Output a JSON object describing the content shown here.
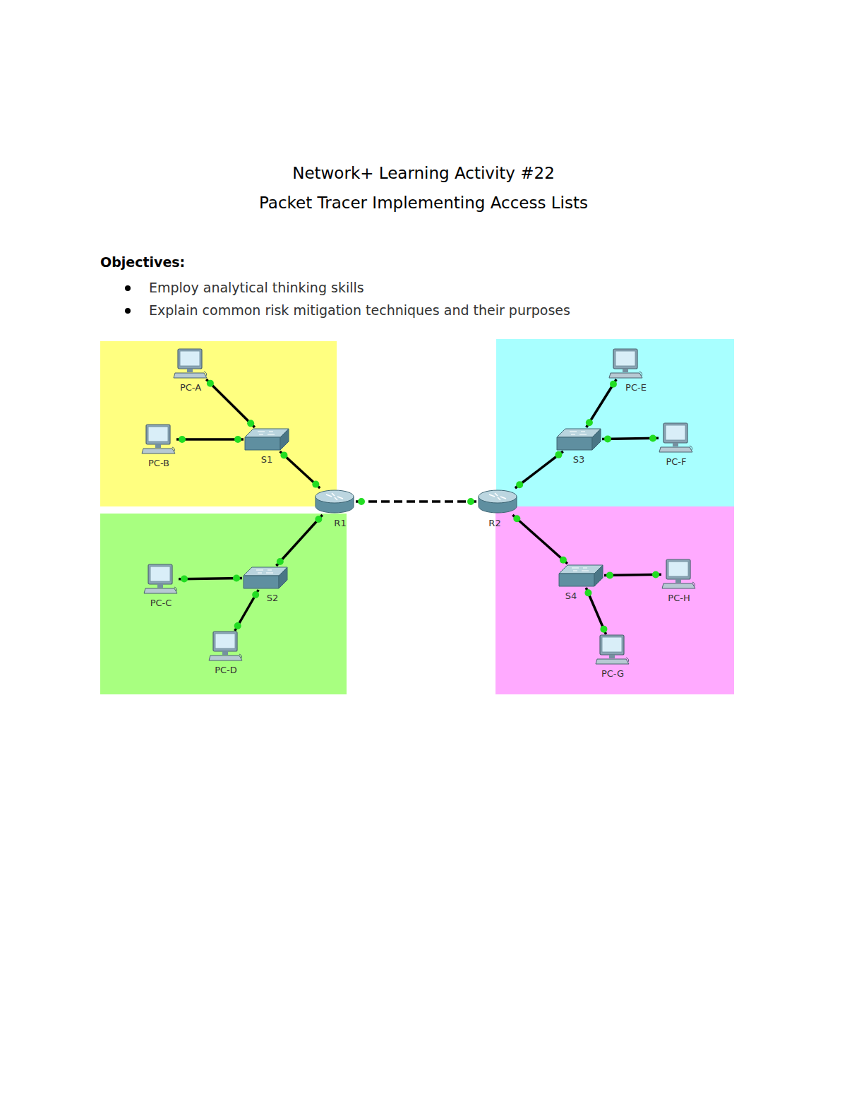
{
  "diagram": {
    "title": "Network+ Learning Activity #22",
    "nodes": [
      {
        "text": [
          "PC-A"
        ]
      },
      {
        "text": [
          "PC-B"
        ]
      },
      {
        "text": [
          "S1"
        ]
      },
      {
        "text": [
          "R1"
        ]
      },
      {
        "text": [
          "PC-C"
        ]
      },
      {
        "text": [
          "S2"
        ]
      },
      {
        "text": [
          "PC-D"
        ]
      },
      {
        "text": [
          "R2"
        ]
      },
      {
        "text": [
          "PC-E"
        ]
      },
      {
        "text": [
          "S3"
        ]
      },
      {
        "text": [
          "PC-F"
        ]
      },
      {
        "text": [
          "S4"
        ]
      },
      {
        "text": [
          "PC-H"
        ]
      },
      {
        "text": [
          "PC-G"
        ]
      }
    ],
    "edges": [
      {
        "from": 0,
        "to": 2,
        "arrow": "none"
      },
      {
        "from": 1,
        "to": 2,
        "arrow": "none"
      },
      {
        "from": 2,
        "to": 3,
        "arrow": "none"
      },
      {
        "from": 3,
        "to": 5,
        "arrow": "none"
      },
      {
        "from": 5,
        "to": 4,
        "arrow": "none"
      },
      {
        "from": 5,
        "to": 6,
        "arrow": "none"
      },
      {
        "from": 3,
        "to": 7,
        "arrow": "none"
      },
      {
        "from": 7,
        "to": 9,
        "arrow": "none"
      },
      {
        "from": 9,
        "to": 8,
        "arrow": "none"
      },
      {
        "from": 9,
        "to": 10,
        "arrow": "none"
      },
      {
        "from": 7,
        "to": 11,
        "arrow": "none"
      },
      {
        "from": 11,
        "to": 12,
        "arrow": "none"
      },
      {
        "from": 11,
        "to": 13,
        "arrow": "none"
      }
    ],
    "labels": [
      "Packet Tracer Implementing Access Lists",
      "Objectives:",
      "Employ analytical thinking skills",
      "Explain common risk mitigation techniques and their purposes"
    ]
  }
}
